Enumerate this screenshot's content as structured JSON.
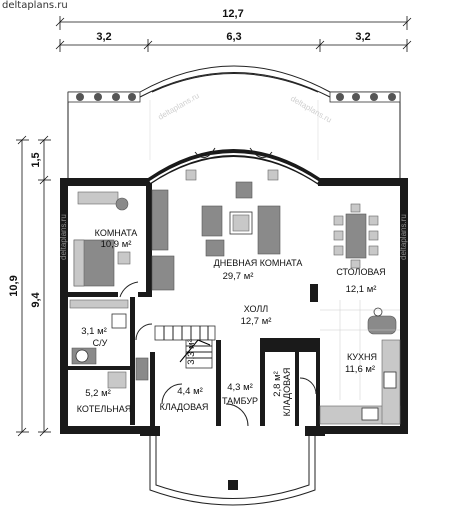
{
  "site": "deltaplans.ru",
  "watermark": "deltaplans.ru",
  "dimensions": {
    "total_width": "12,7",
    "left_width": "3,2",
    "middle_width": "6,3",
    "right_width": "3,2",
    "total_height": "10,9",
    "main_height": "9,4",
    "bay_height": "1,5"
  },
  "rooms": {
    "komnata": {
      "name": "КОМНАТА",
      "area": "10,9 м²"
    },
    "dnevnaya": {
      "name": "ДНЕВНАЯ КОМНАТА",
      "area": "29,7 м²"
    },
    "stolovaya": {
      "name": "СТОЛОВАЯ",
      "area": "12,1 м²"
    },
    "holl": {
      "name": "ХОЛЛ",
      "area": "12,7 м²"
    },
    "su": {
      "name": "С/У",
      "area": "3,1 м²"
    },
    "kotelnaya": {
      "name": "КОТЕЛЬНАЯ",
      "area": "5,2 м²"
    },
    "kladovaya1": {
      "name": "КЛАДОВАЯ",
      "area": "4,4 м²"
    },
    "tambur": {
      "name": "ТАМБУР",
      "area": "4,3 м²"
    },
    "kladovaya2": {
      "name": "КЛАДОВАЯ",
      "area": "2,8 м²"
    },
    "kuhnya": {
      "name": "КУХНЯ",
      "area": "11,6 м²"
    },
    "stair": {
      "area": "3,3 м²"
    }
  }
}
